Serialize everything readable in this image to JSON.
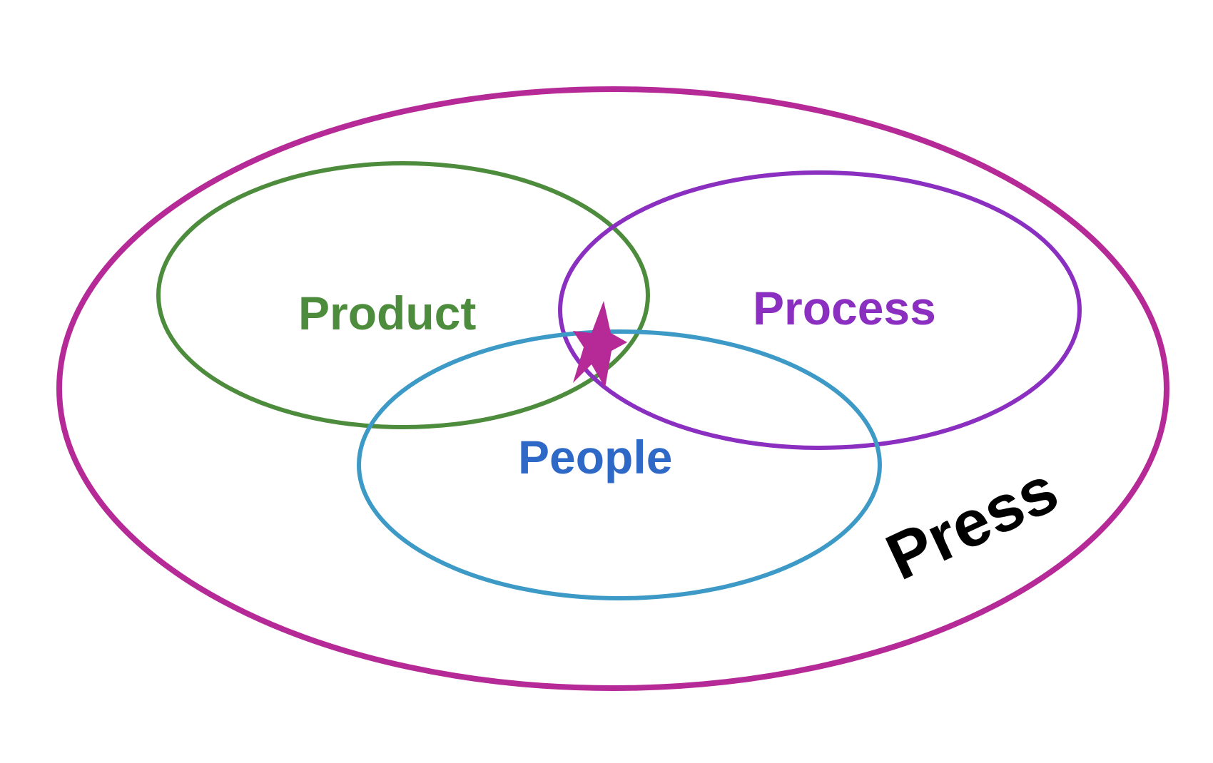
{
  "labels": {
    "product": "Product",
    "process": "Process",
    "people": "People",
    "press": "Press"
  },
  "colors": {
    "press": "#B52A96",
    "product": "#4D8C3C",
    "process": "#8A2FC0",
    "people": "#3D9AC6",
    "product_text": "#4D8C3C",
    "process_text": "#8A2FC0",
    "people_text": "#2F69C8",
    "press_text": "#000000",
    "star": "#B52A96"
  },
  "icons": {
    "intersection_marker": "star-icon"
  }
}
